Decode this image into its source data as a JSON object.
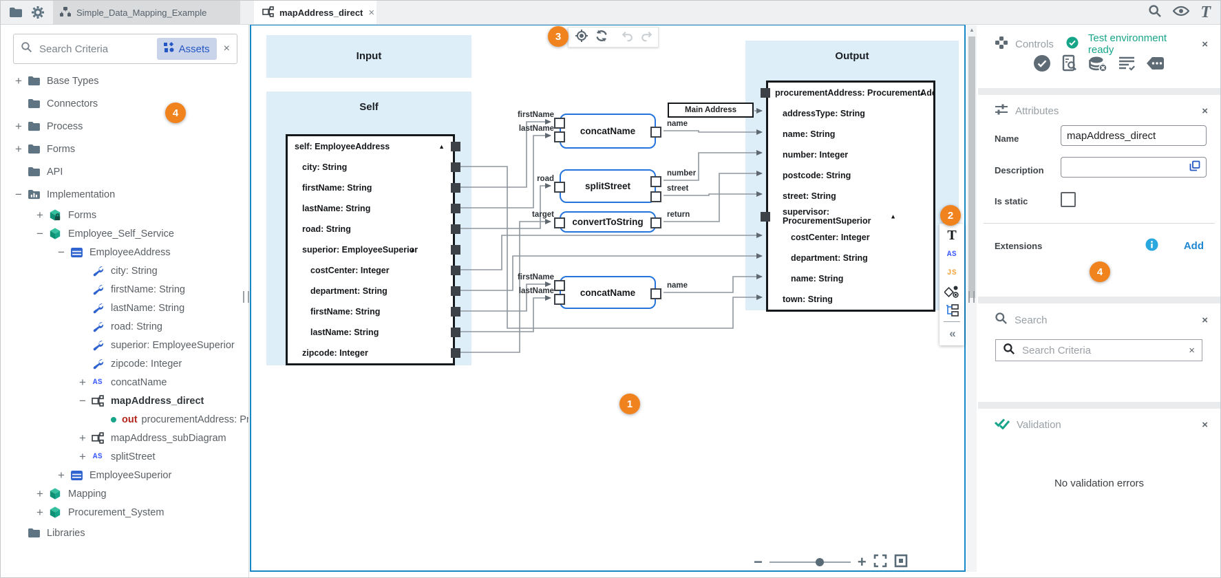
{
  "topbar": {
    "project_tab": "Simple_Data_Mapping_Example",
    "document_tab": "mapAddress_direct"
  },
  "icons": {
    "close_glyph": "×",
    "plus_glyph": "+",
    "minus_glyph": "−",
    "collapse_glyph": "«",
    "caret_glyph": "▲",
    "scroll_up_glyph": "▲"
  },
  "sidebar": {
    "search_placeholder": "Search Criteria",
    "assets_label": "Assets",
    "tree": [
      {
        "label": "Base Types",
        "level": 0,
        "exp": "plus",
        "icon": "folder"
      },
      {
        "label": "Connectors",
        "level": 0,
        "exp": null,
        "icon": "folder"
      },
      {
        "label": "Process",
        "level": 0,
        "exp": "plus",
        "icon": "folder"
      },
      {
        "label": "Forms",
        "level": 0,
        "exp": "plus",
        "icon": "folder"
      },
      {
        "label": "API",
        "level": 0,
        "exp": null,
        "icon": "folder"
      },
      {
        "label": "Implementation",
        "level": 0,
        "exp": "minus",
        "icon": "folder-chart"
      },
      {
        "label": "Forms",
        "level": 1,
        "exp": "plus",
        "icon": "cube-lock"
      },
      {
        "label": "Employee_Self_Service",
        "level": 1,
        "exp": "minus",
        "icon": "cube"
      },
      {
        "label": "EmployeeAddress",
        "level": 2,
        "exp": "minus",
        "icon": "table"
      },
      {
        "label": "city: String",
        "level": 3,
        "exp": null,
        "icon": "wrench"
      },
      {
        "label": "firstName: String",
        "level": 3,
        "exp": null,
        "icon": "wrench"
      },
      {
        "label": "lastName: String",
        "level": 3,
        "exp": null,
        "icon": "wrench"
      },
      {
        "label": "road: String",
        "level": 3,
        "exp": null,
        "icon": "wrench"
      },
      {
        "label": "superior: EmployeeSuperior",
        "level": 3,
        "exp": null,
        "icon": "wrench"
      },
      {
        "label": "zipcode: Integer",
        "level": 3,
        "exp": null,
        "icon": "wrench"
      },
      {
        "label": "concatName",
        "level": 3,
        "exp": "plus",
        "icon": "as"
      },
      {
        "label": "mapAddress_direct",
        "level": 3,
        "exp": "minus",
        "icon": "diagram",
        "bold": true
      },
      {
        "label": "procurementAddress: Proc",
        "level": 4,
        "exp": null,
        "icon": "out",
        "prefix": "out"
      },
      {
        "label": "mapAddress_subDiagram",
        "level": 3,
        "exp": "plus",
        "icon": "diagram"
      },
      {
        "label": "splitStreet",
        "level": 3,
        "exp": "plus",
        "icon": "as"
      },
      {
        "label": "EmployeeSuperior",
        "level": 2,
        "exp": "plus",
        "icon": "table"
      },
      {
        "label": "Mapping",
        "level": 1,
        "exp": "plus",
        "icon": "cube"
      },
      {
        "label": "Procurement_System",
        "level": 1,
        "exp": "plus",
        "icon": "cube"
      },
      {
        "label": "Libraries",
        "level": 0,
        "exp": null,
        "icon": "folder"
      }
    ]
  },
  "canvas": {
    "input_title": "Input",
    "self_title": "Self",
    "output_title": "Output",
    "main_address_label": "Main Address",
    "self_fields": [
      {
        "label": "self: EmployeeAddress",
        "level": 0,
        "caret": true,
        "header": true
      },
      {
        "label": "city: String",
        "level": 1
      },
      {
        "label": "firstName: String",
        "level": 1
      },
      {
        "label": "lastName: String",
        "level": 1
      },
      {
        "label": "road: String",
        "level": 1
      },
      {
        "label": "superior: EmployeeSuperior",
        "level": 1,
        "caret": true
      },
      {
        "label": "costCenter: Integer",
        "level": 2
      },
      {
        "label": "department: String",
        "level": 2
      },
      {
        "label": "firstName: String",
        "level": 2
      },
      {
        "label": "lastName: String",
        "level": 2
      },
      {
        "label": "zipcode: Integer",
        "level": 1
      }
    ],
    "output_fields": [
      {
        "label": "procurementAddress: ProcurementAddress",
        "level": 0,
        "caret": true,
        "header": true,
        "square": true
      },
      {
        "label": "addressType: String",
        "level": 1
      },
      {
        "label": "name: String",
        "level": 1
      },
      {
        "label": "number: Integer",
        "level": 1
      },
      {
        "label": "postcode: String",
        "level": 1
      },
      {
        "label": "street: String",
        "level": 1
      },
      {
        "label": "supervisor: ProcurementSuperior",
        "level": 1,
        "caret": true,
        "square": true,
        "two_line": true
      },
      {
        "label": "costCenter: Integer",
        "level": 2
      },
      {
        "label": "department: String",
        "level": 2
      },
      {
        "label": "name: String",
        "level": 2
      },
      {
        "label": "town: String",
        "level": 1
      }
    ],
    "nodes": [
      {
        "name": "concatName",
        "inputs": [
          "firstName",
          "lastName"
        ],
        "outputs": [
          "name"
        ]
      },
      {
        "name": "splitStreet",
        "inputs": [
          "road"
        ],
        "outputs": [
          "number",
          "street"
        ]
      },
      {
        "name": "convertToString",
        "inputs": [
          "target"
        ],
        "outputs": [
          "return"
        ]
      },
      {
        "name": "concatName",
        "inputs": [
          "firstName",
          "lastName"
        ],
        "outputs": [
          "name"
        ]
      }
    ],
    "badges": {
      "one": "1",
      "two": "2",
      "three": "3",
      "four": "4"
    }
  },
  "palette": {
    "text_tool_label": "T",
    "as_tool_label": "AS",
    "js_tool_label": "JS",
    "collapse_label": "«"
  },
  "right_panel": {
    "controls": {
      "title": "Controls",
      "status": "Test environment ready"
    },
    "attributes": {
      "title": "Attributes",
      "name_label": "Name",
      "name_value": "mapAddress_direct",
      "description_label": "Description",
      "description_value": "",
      "is_static_label": "Is static",
      "extensions_label": "Extensions",
      "add_label": "Add"
    },
    "search": {
      "title": "Search",
      "input_placeholder": "Search Criteria"
    },
    "validation": {
      "title": "Validation",
      "message": "No validation errors"
    }
  }
}
